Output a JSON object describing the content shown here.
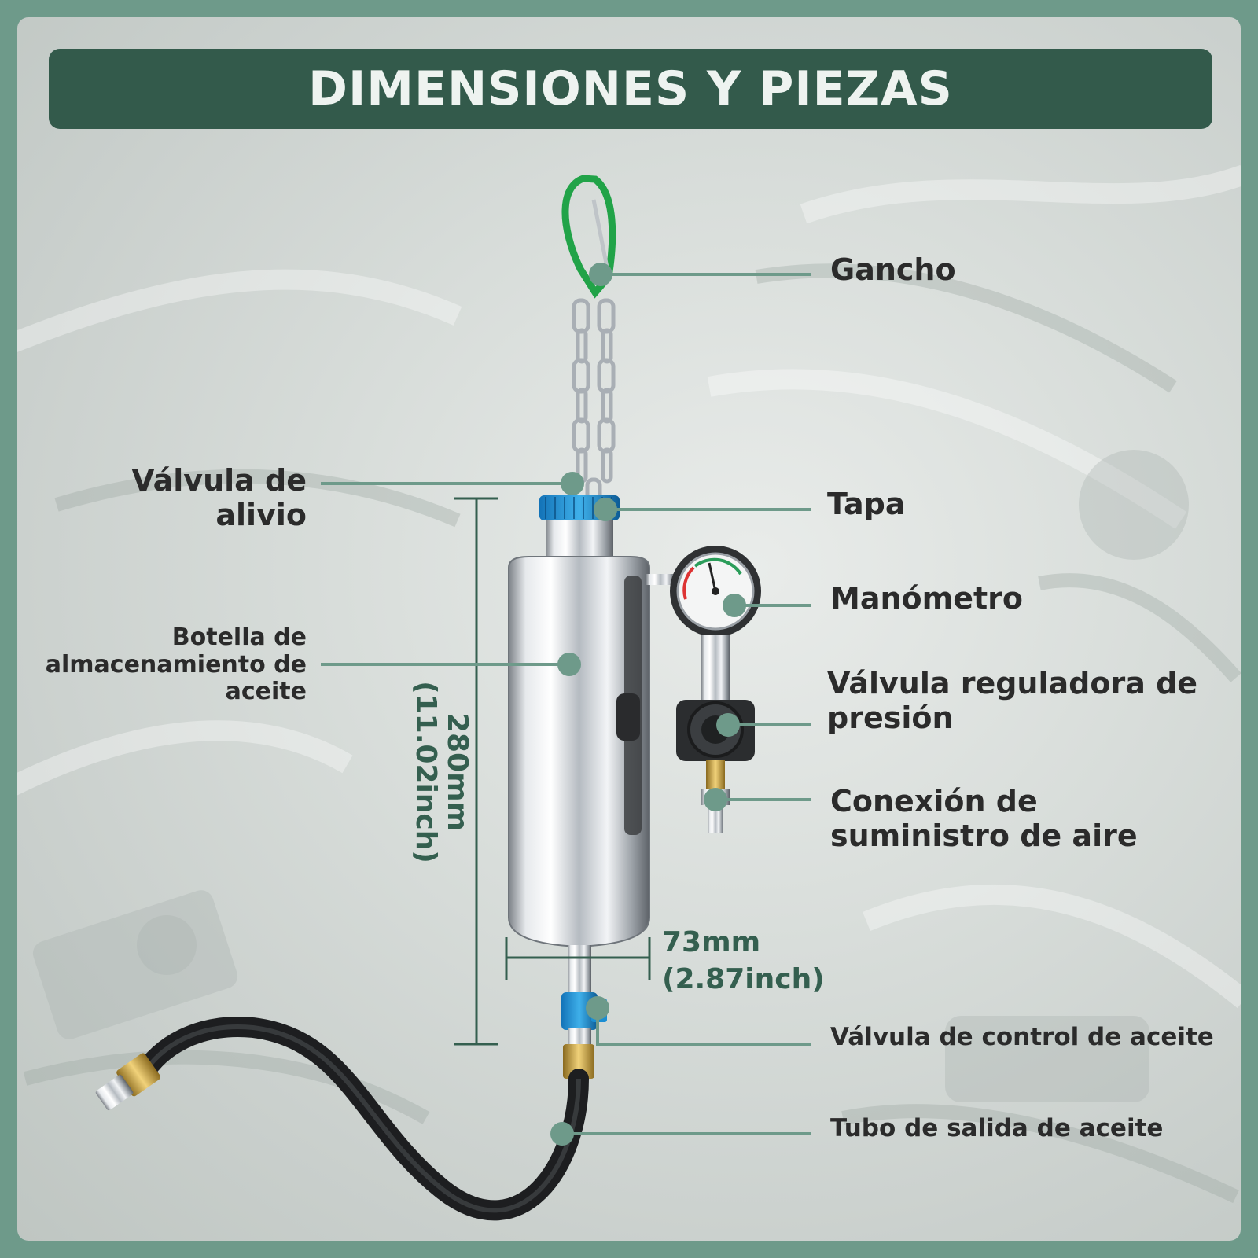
{
  "header": {
    "title": "DIMENSIONES Y PIEZAS"
  },
  "colors": {
    "accent": "#335a4b",
    "callout": "#6e9a8a",
    "frame": "#6e9a8a",
    "text": "#2b2b2b"
  },
  "parts": {
    "gancho": "Gancho",
    "valvula_alivio": "Válvula de alivio",
    "tapa": "Tapa",
    "manometro": "Manómetro",
    "botella_line1": "Botella de",
    "botella_line2": "almacenamiento de",
    "botella_line3": "aceite",
    "reguladora_line1": "Válvula reguladora de",
    "reguladora_line2": "presión",
    "conexion_line1": "Conexión de",
    "conexion_line2": "suministro de aire",
    "control_aceite": "Válvula de control de aceite",
    "tubo_salida": "Tubo de salida de aceite"
  },
  "dimensions": {
    "height_mm": "280mm",
    "height_inch": "(11.02inch)",
    "width_mm": "73mm",
    "width_inch": "(2.87inch)"
  }
}
